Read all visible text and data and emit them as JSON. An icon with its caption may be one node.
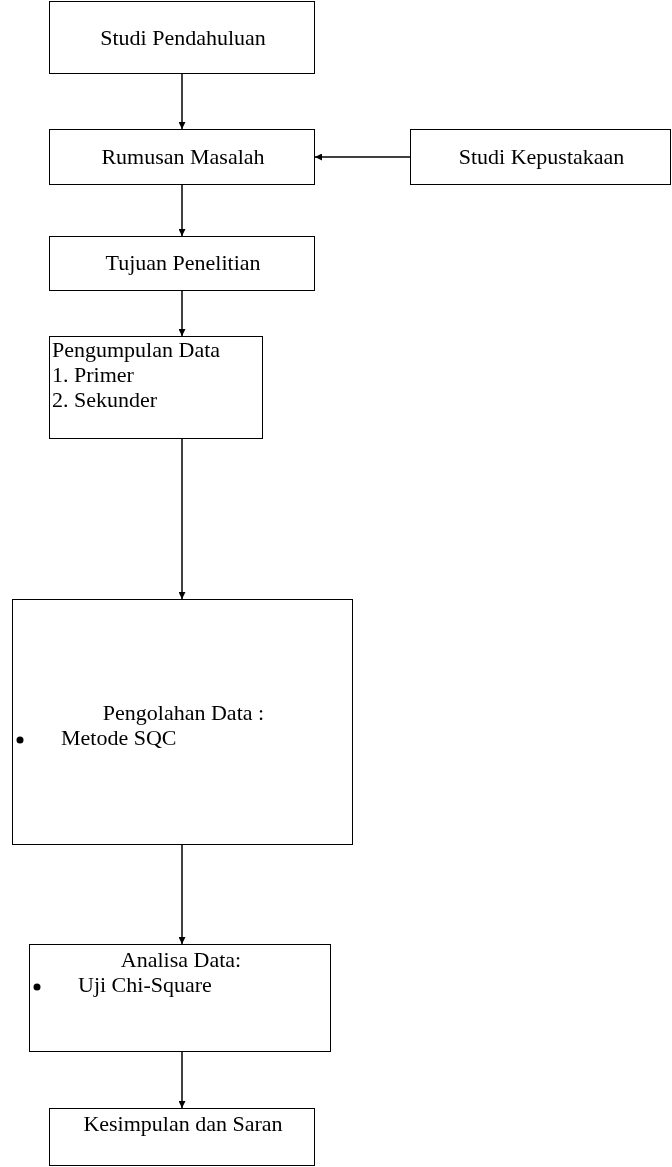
{
  "diagram": {
    "nodes": [
      {
        "text": [
          "Studi Pendahuluan"
        ]
      },
      {
        "text": [
          "Rumusan Masalah"
        ]
      },
      {
        "text": [
          "Studi Kepustakaan"
        ]
      },
      {
        "text": [
          "Tujuan Penelitian"
        ]
      },
      {
        "text": [
          "Pengumpulan Data",
          "1. Primer",
          "2. Sekunder"
        ]
      },
      {
        "text": [
          "Pengolahan Data :",
          "Metode SQC"
        ]
      },
      {
        "text": [
          "Analisa Data:",
          "Uji Chi-Square"
        ]
      },
      {
        "text": [
          "Kesimpulan dan Saran"
        ]
      }
    ],
    "edges": [
      {
        "from": 0,
        "to": 1,
        "arrow": "to"
      },
      {
        "from": 2,
        "to": 1,
        "arrow": "to"
      },
      {
        "from": 1,
        "to": 3,
        "arrow": "to"
      },
      {
        "from": 3,
        "to": 4,
        "arrow": "to"
      },
      {
        "from": 4,
        "to": 5,
        "arrow": "to"
      },
      {
        "from": 5,
        "to": 6,
        "arrow": "to"
      },
      {
        "from": 6,
        "to": 7,
        "arrow": "to"
      }
    ]
  }
}
